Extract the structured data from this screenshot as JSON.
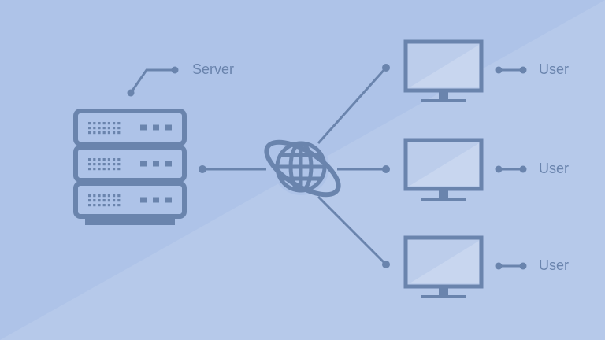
{
  "colors": {
    "background": "#aec3e8",
    "background_light": "#b6c9ea",
    "foreground": "#6a84ad",
    "screen_fill": "#bccdeb",
    "screen_glare": "#c8d6ef"
  },
  "server": {
    "label": "Server",
    "icon": "server-rack-icon"
  },
  "network": {
    "icon": "globe-icon"
  },
  "users": [
    {
      "label": "User",
      "icon": "monitor-icon"
    },
    {
      "label": "User",
      "icon": "monitor-icon"
    },
    {
      "label": "User",
      "icon": "monitor-icon"
    }
  ]
}
